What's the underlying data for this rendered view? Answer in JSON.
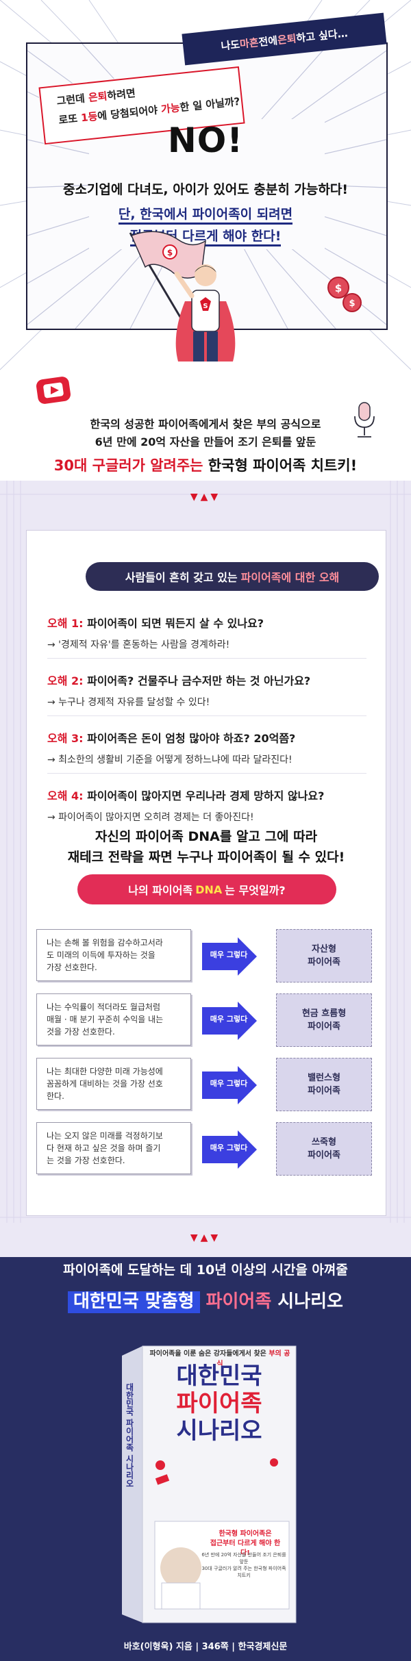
{
  "hero": {
    "bubble_top": {
      "pre": "나도 ",
      "pink1": "마흔",
      "mid": " 전에 ",
      "pink2": "은퇴",
      "post": "하고 싶다…"
    },
    "bubble_red": {
      "l1_pre": "그런데 ",
      "l1_red": "은퇴",
      "l1_post": "하려면",
      "l2_pre": "로또 ",
      "l2_red": "1등",
      "l2_mid": "에 당첨되어야 ",
      "l2_red2": "가능",
      "l2_post": "한 일 아닐까?"
    },
    "no": "NO!",
    "main_line": "중소기업에 다녀도, 아이가 있어도 충분히 가능하다!",
    "blue_line1": "단, 한국에서 파이어족이 되려면",
    "blue_line2": "접근부터 다르게 해야 한다!",
    "desc1": "한국의 성공한 파이어족에게서 찾은 부의 공식으로",
    "desc2": "6년 만에 20억 자산을 만들어 조기 은퇴를 앞둔",
    "tagline_red": "30대 구글러가 알려주는",
    "tagline_rest": " 한국형 파이어족 치트키!"
  },
  "sec2": {
    "tri": "▼▲▼",
    "header_pre": "사람들이 흔히 갖고 있는",
    "header_pink": "파이어족에 대한 오해",
    "myths": [
      {
        "label": "오해 1:",
        "q": " 파이어족이 되면 뭐든지 살 수 있나요?",
        "a": "→ '경제적 자유'를 혼동하는 사람을 경계하라!"
      },
      {
        "label": "오해 2:",
        "q": " 파이어족? 건물주나 금수저만 하는 것 아닌가요?",
        "a": "→ 누구나 경제적 자유를 달성할 수 있다!"
      },
      {
        "label": "오해 3:",
        "q": " 파이어족은 돈이 엄청 많아야 하죠? 20억쯤?",
        "a": "→ 최소한의 생활비 기준을 어떻게 정하느냐에 따라 달라진다!"
      },
      {
        "label": "오해 4:",
        "q": " 파이어족이 많아지면 우리나라 경제 망하지 않나요?",
        "a": "→ 파이어족이 많아지면 오히려 경제는 더 좋아진다!"
      }
    ],
    "dna_lead1": "자신의 파이어족 DNA를 알고 그에 따라",
    "dna_lead2": "재테크 전략을 짜면 누구나 파이어족이 될 수 있다!",
    "dna_pill_pre": "나의 파이어족",
    "dna_pill_yellow": "DNA",
    "dna_pill_post": "는 무엇일까?",
    "dna_rows": [
      {
        "text1": "나는 손해 볼 위험을 감수하고서라",
        "text2": "도 미래의 이득에 투자하는 것을",
        "text3": "가장 선호한다.",
        "arrow": "매우 그렇다",
        "type1": "자산형",
        "type2": "파이어족"
      },
      {
        "text1": "나는 수익률이 적더라도 월급처럼",
        "text2": "매월 · 매 분기 꾸준히 수익을 내는",
        "text3": "것을 가장 선호한다.",
        "arrow": "매우 그렇다",
        "type1": "현금 흐름형",
        "type2": "파이어족"
      },
      {
        "text1": "나는 최대한 다양한 미래 가능성에",
        "text2": "꼼꼼하게 대비하는 것을 가장 선호",
        "text3": "한다.",
        "arrow": "매우 그렇다",
        "type1": "밸런스형",
        "type2": "파이어족"
      },
      {
        "text1": "나는 오지 않은 미래를 걱정하기보",
        "text2": "다 현재 하고 싶은 것을 하며 즐기",
        "text3": "는 것을 가장 선호한다.",
        "arrow": "매우 그렇다",
        "type1": "쓰죽형",
        "type2": "파이어족"
      }
    ]
  },
  "sec3": {
    "tri": "▼▲▼",
    "title1": "파이어족에 도달하는 데 10년 이상의 시간을 아껴줄",
    "title2_hl": "대한민국 맞춤형",
    "title2_pk": " 파이어족",
    "title2_post": " 시나리오",
    "book_top_pre": "파이어족을 이룬 숨은 강자들에게서 찾은 ",
    "book_top_red": "부의 공식",
    "book_title1": "대한민국",
    "book_title2": "파이어족",
    "book_title3": "시나리오",
    "book_spine": "대한민국 파이어족 시나리오",
    "book_box1": "한국형 파이어족은",
    "book_box2": "접근부터 다르게 해야 한다!",
    "book_box_small1": "6년 만에 20억 자산을 만들어 조기 은퇴를 앞둔",
    "book_box_small2": "30대 구글러가 알려 주는 한국형 파이어족 치트키",
    "meta": "바호(이형욱) 지음 | 346쪽 | 한국경제신문"
  },
  "colors": {
    "navy": "#1e2559",
    "red": "#d9162a",
    "lavender": "#ebe8f5",
    "pink": "#e22d56",
    "book_bg": "#282e62"
  }
}
